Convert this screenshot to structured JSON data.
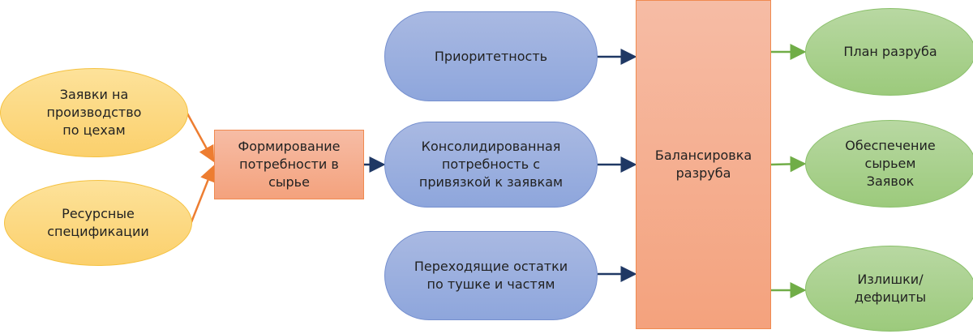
{
  "inputs": [
    {
      "label": "Заявки на\nпроизводство\nпо цехам"
    },
    {
      "label": "Ресурсные\nспецификации"
    }
  ],
  "formation": {
    "label": "Формирование\nпотребности в\nсырье"
  },
  "middle": [
    {
      "label": "Приоритетность"
    },
    {
      "label": "Консолидированная\nпотребность с\nпривязкой к заявкам"
    },
    {
      "label": "Переходящие остатки\nпо тушке и частям"
    }
  ],
  "balance": {
    "label": "Балансировка\nразруба"
  },
  "outputs": [
    {
      "label": "План разруба"
    },
    {
      "label": "Обеспечение\nсырьем\nЗаявок"
    },
    {
      "label": "Излишки/\nдефициты"
    }
  ],
  "colors": {
    "orange_arrow": "#ed7d31",
    "blue_arrow": "#1f3864",
    "green_arrow": "#70ad47"
  }
}
